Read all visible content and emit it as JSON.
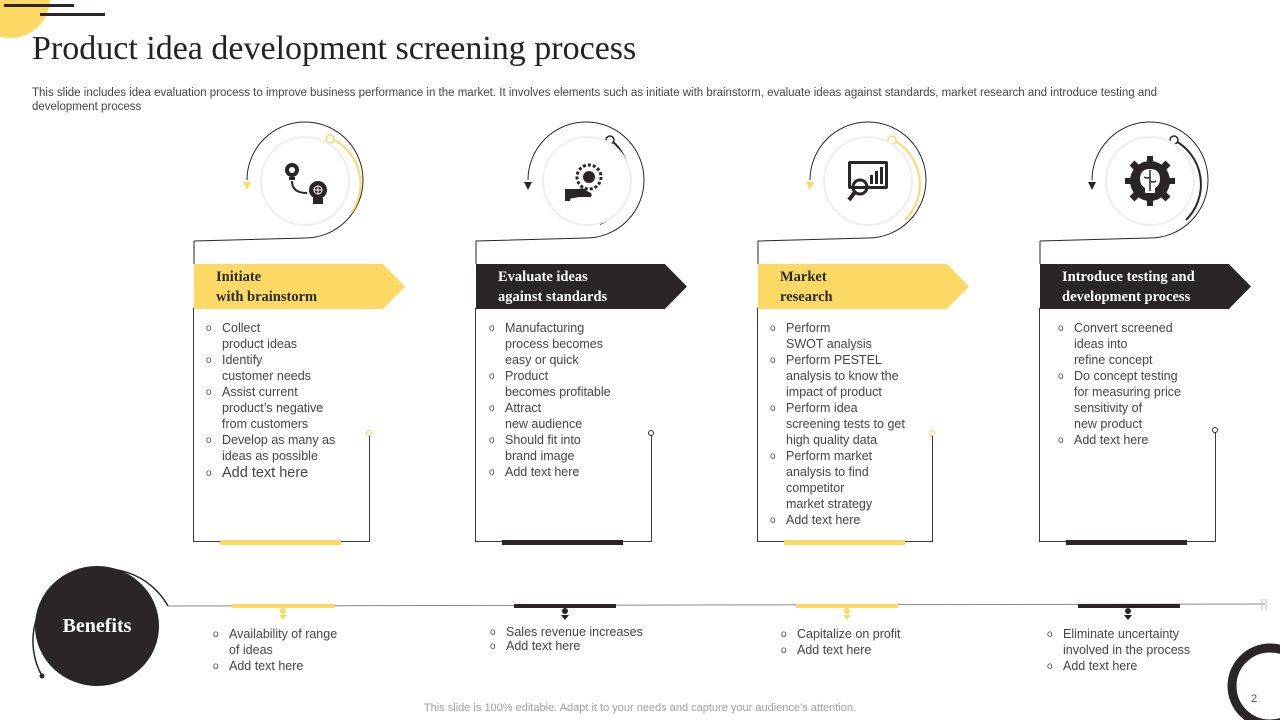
{
  "title": "Product idea development screening process",
  "subtitle": "This slide includes idea evaluation process to improve business performance in the market. It involves elements such as initiate with brainstorm, evaluate ideas against standards, market research and introduce testing and development process",
  "colors": {
    "accent_yellow": "#fcd865",
    "dark": "#2a2628",
    "text": "#444444"
  },
  "steps": [
    {
      "title": "Initiate\nwith brainstorm",
      "style": "yellow",
      "icon": "idea-brainstorm-icon",
      "bullets": [
        "Collect\nproduct ideas",
        "Identify\ncustomer needs",
        "Assist current\nproduct’s negative\nfrom customers",
        "Develop  as many as\nideas as possible",
        "Add text here"
      ]
    },
    {
      "title": "Evaluate ideas\nagainst standards",
      "style": "dark",
      "icon": "quality-award-icon",
      "bullets": [
        "Manufacturing\nprocess becomes\neasy or quick",
        "Product\nbecomes profitable",
        " Attract\nnew audience",
        "Should fit into\nbrand image",
        "Add text here"
      ]
    },
    {
      "title": "Market\nresearch",
      "style": "yellow",
      "icon": "market-analysis-icon",
      "bullets": [
        "Perform\nSWOT analysis",
        "Perform  PESTEL\nanalysis to know the\nimpact of product",
        "Perform  idea\nscreening tests to get\nhigh quality data",
        "Perform  market\nanalysis to find\ncompetitor\nmarket strategy",
        "Add text here"
      ]
    },
    {
      "title": "Introduce  testing and\ndevelopment process",
      "style": "dark",
      "icon": "brain-gear-icon",
      "bullets": [
        "Convert  screened\nideas into\nrefine  concept",
        "Do concept testing\nfor measuring price\nsensitivity of\nnew product",
        "Add text here"
      ]
    }
  ],
  "benefits_label": "Benefits",
  "benefits": [
    [
      "Availability of range\nof ideas",
      "Add text here"
    ],
    [
      "Sales revenue increases",
      "Add text here"
    ],
    [
      "Capitalize on profit",
      "Add text here"
    ],
    [
      "Eliminate uncertainty\ninvolved  in the process",
      "Add text here"
    ]
  ],
  "footer": "This slide is 100% editable. Adapt it to your needs and capture your audience’s attention.",
  "page_number": "2"
}
